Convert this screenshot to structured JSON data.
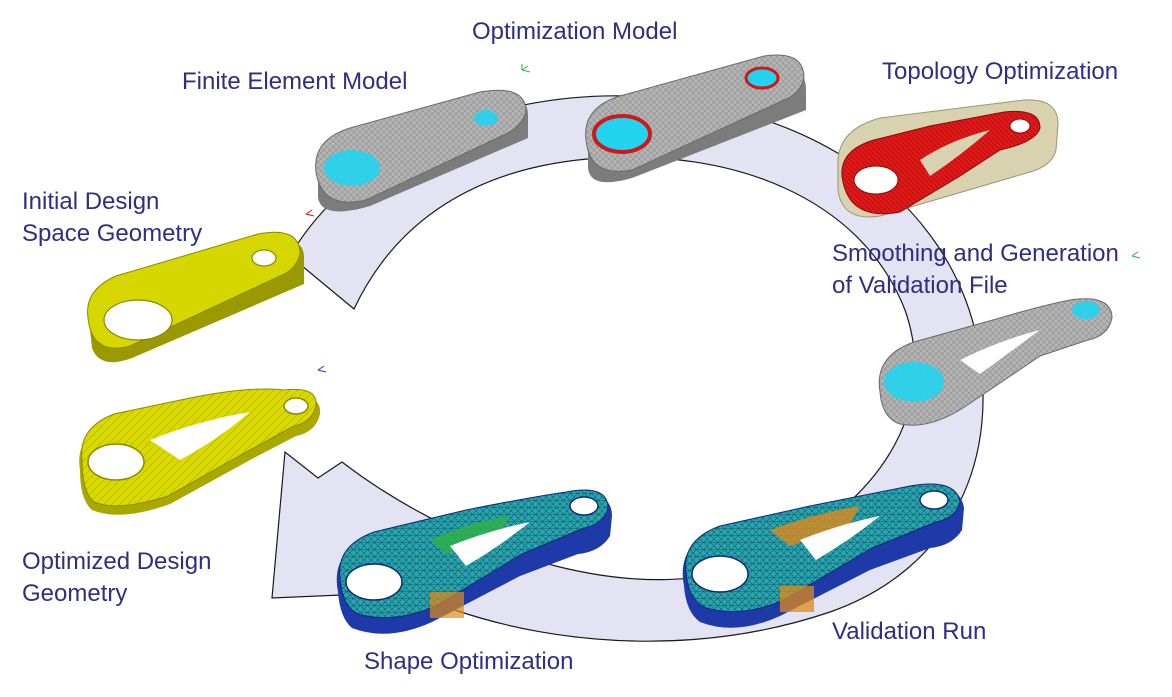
{
  "diagram": {
    "steps": [
      {
        "id": "initial-design",
        "lines": [
          "Initial Design",
          "Space Geometry"
        ]
      },
      {
        "id": "finite-element",
        "lines": [
          "Finite Element Model"
        ]
      },
      {
        "id": "optimization-model",
        "lines": [
          "Optimization Model"
        ]
      },
      {
        "id": "topology-optimization",
        "lines": [
          "Topology Optimization"
        ]
      },
      {
        "id": "smoothing",
        "lines": [
          "Smoothing and Generation",
          "of Validation File"
        ]
      },
      {
        "id": "validation-run",
        "lines": [
          "Validation Run"
        ]
      },
      {
        "id": "shape-optimization",
        "lines": [
          "Shape Optimization"
        ]
      },
      {
        "id": "optimized-design",
        "lines": [
          "Optimized Design",
          "Geometry"
        ]
      }
    ],
    "colors": {
      "label": "#2e2e86",
      "cycle_arrow_fill": "#e3e3f3",
      "cycle_arrow_stroke": "#1a1a1a",
      "design_space_yellow": "#d6d600",
      "mesh_gray": "#a9a9a9",
      "topology_red": "#e01414",
      "constraint_cyan": "#22d4f0",
      "stress_low_blue": "#1e3aa8",
      "stress_mid_green": "#2fb04a",
      "stress_high_orange": "#e08a1a"
    }
  }
}
